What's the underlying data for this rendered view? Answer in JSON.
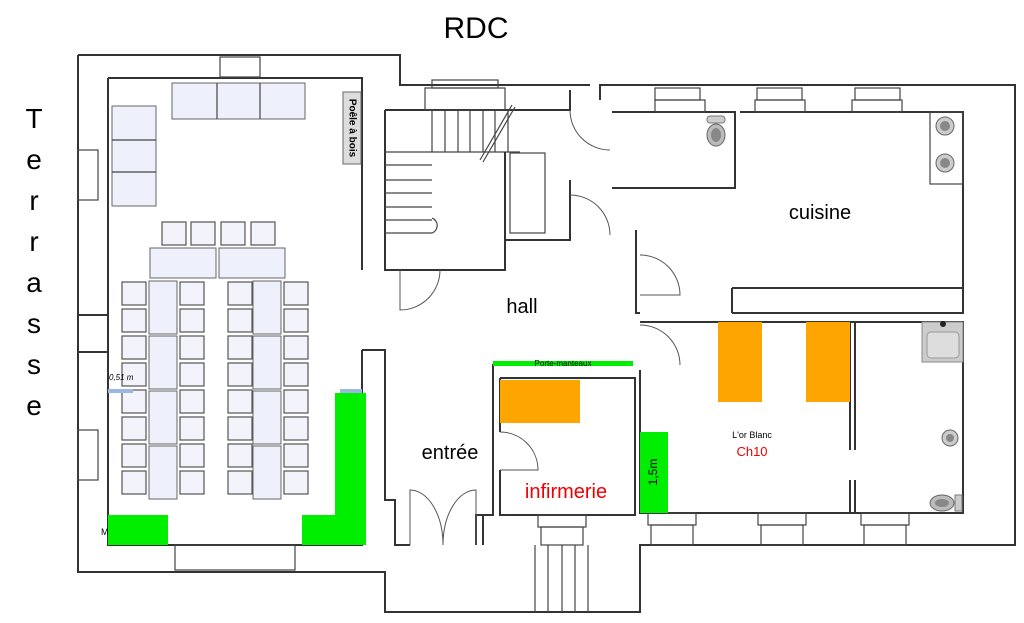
{
  "title": "RDC",
  "side_label": [
    "T",
    "e",
    "r",
    "r",
    "a",
    "s",
    "s",
    "e"
  ],
  "rooms": {
    "hall": "hall",
    "cuisine": "cuisine",
    "entree": "entrée",
    "infirmerie": "infirmerie",
    "chambre_name": "L'or Blanc",
    "chambre_number": "Ch10"
  },
  "annotations": {
    "poele": "Poêle à bois",
    "porte_manteaux": "Porte-manteaux",
    "width_marker": "0,51 m",
    "green_block_length": "1,5m",
    "cut_letter": "M"
  },
  "colors": {
    "bed": "#ffa500",
    "storage": "#00ee00",
    "highlight_red": "#ee0000",
    "marker_blue": "#9ab8e0"
  }
}
